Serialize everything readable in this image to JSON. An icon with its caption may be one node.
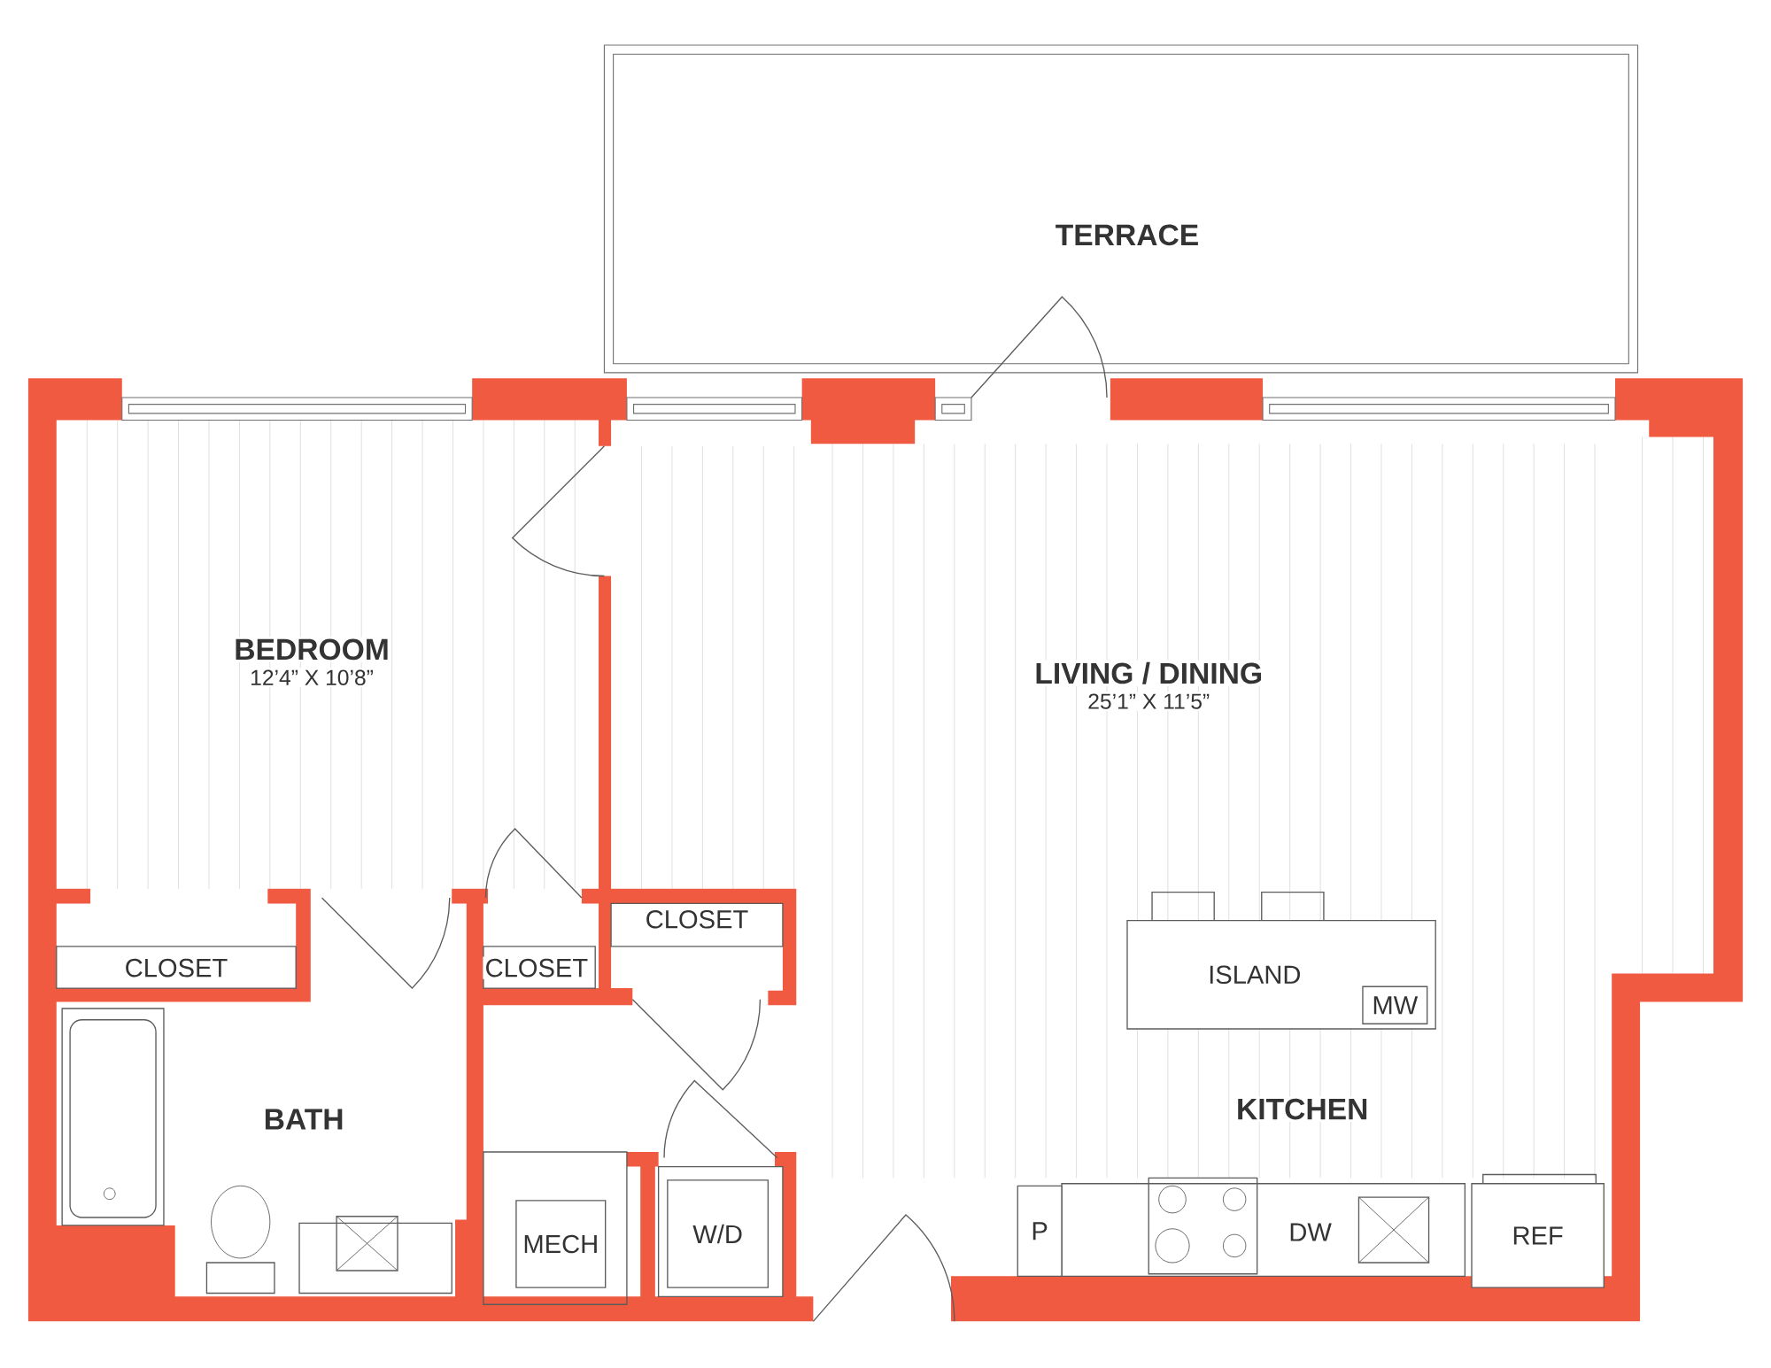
{
  "diagram": {
    "nodes": [
      {
        "text": [
          "MECH"
        ]
      },
      {
        "text": [
          "W/D"
        ]
      },
      {
        "text": [
          "ISLAND"
        ]
      },
      {
        "text": [
          "MW"
        ],
        "in": 2
      },
      {
        "text": [
          "P"
        ]
      },
      {
        "text": [
          "REF"
        ]
      }
    ],
    "labels": [
      "TERRACE",
      "BEDROOM",
      "12’4” X 10’8”",
      "LIVING / DINING",
      "25’1” X 11’5”",
      "CLOSET",
      "CLOSET",
      "CLOSET",
      "KITCHEN",
      "BATH",
      "DW"
    ]
  }
}
